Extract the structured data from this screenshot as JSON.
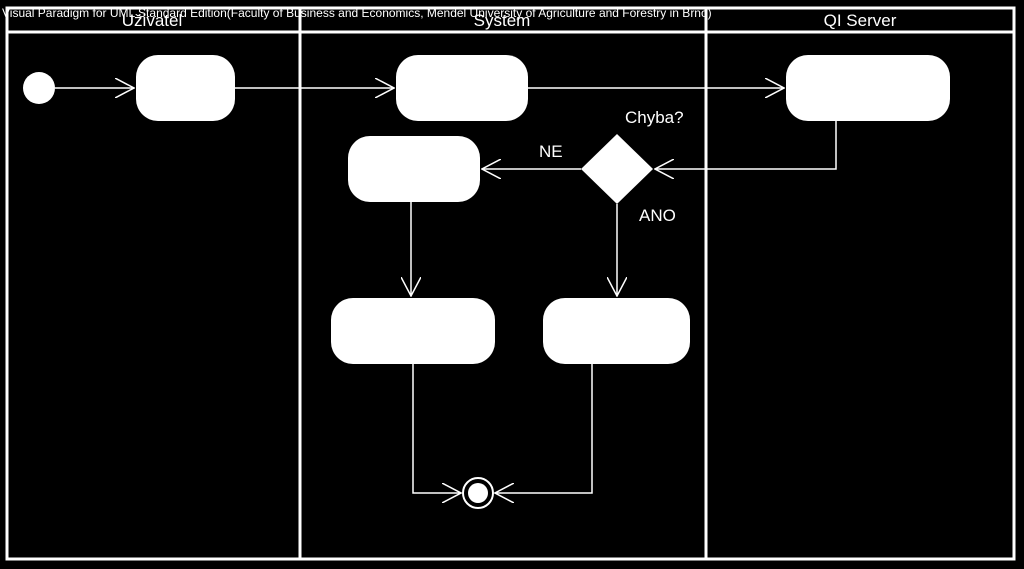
{
  "watermark": "Visual Paradigm for UML Standard Edition(Faculty of Business and Economics, Mendel University of Agriculture and Forestry in Brno)",
  "lanes": [
    {
      "title": "Uživatel"
    },
    {
      "title": "System"
    },
    {
      "title": "QI Server"
    }
  ],
  "decision": {
    "question": "Chyba?",
    "yes_label": "ANO",
    "no_label": "NE"
  },
  "colors": {
    "background": "#000000",
    "foreground": "#ffffff"
  }
}
